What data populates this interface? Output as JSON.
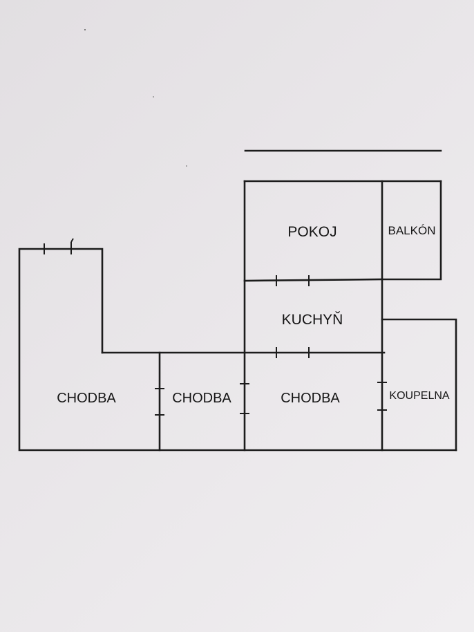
{
  "rooms": {
    "pokoj": "POKOJ",
    "balkon": "BALKÓN",
    "kuchyn": "KUCHYŇ",
    "chodba_left": "CHODBA",
    "chodba_middle": "CHODBA",
    "chodba_right": "CHODBA",
    "koupelna": "KOUPELNA"
  }
}
